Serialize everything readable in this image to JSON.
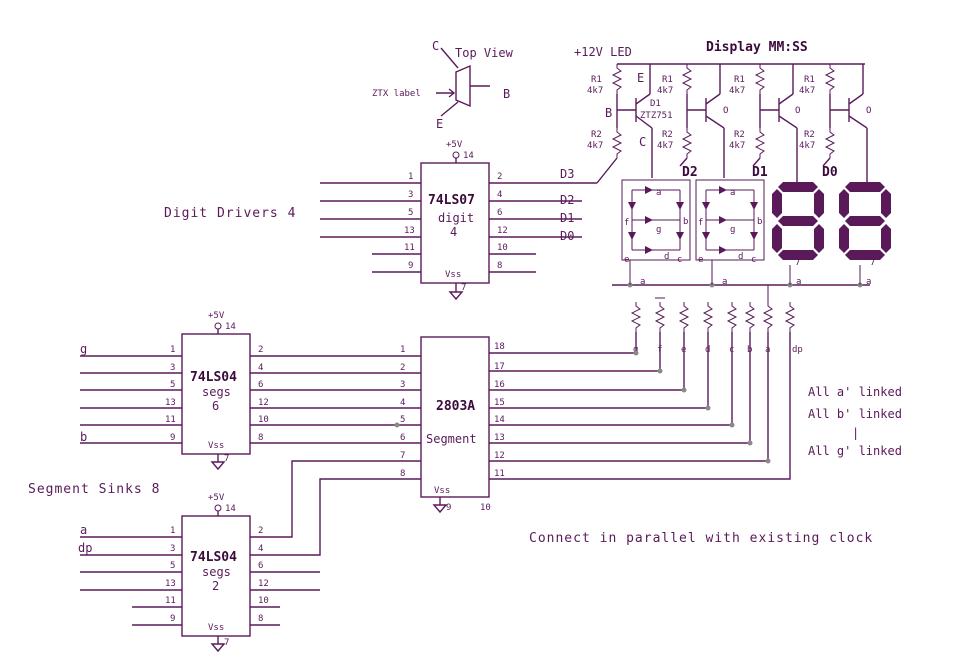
{
  "headings": {
    "display_title": "Display MM:SS",
    "supply_label": "+12V LED",
    "digit_drivers": "Digit Drivers 4",
    "segment_sinks": "Segment Sinks 8",
    "parallel_note": "Connect in parallel with existing clock"
  },
  "transistor_view": {
    "title": "Top View",
    "label_text": "ZTX label",
    "pin_c": "C",
    "pin_b": "B",
    "pin_e": "E"
  },
  "drivers": {
    "r1": "R1",
    "r2": "R2",
    "value": "4k7",
    "d1": "D1",
    "part": "ZTZ751",
    "pin_e": "E",
    "pin_b": "B",
    "pin_c": "C"
  },
  "digit_lines": [
    "D3",
    "D2",
    "D1",
    "D0"
  ],
  "ic_74ls07": {
    "name": "74LS07",
    "sub": "digit",
    "count": "4",
    "vcc": "+5V",
    "vcc_pin": "14",
    "gnd_pin": "7",
    "vss": "Vss",
    "left_pins": [
      "1",
      "3",
      "5",
      "13",
      "11",
      "9"
    ],
    "right_pins": [
      "2",
      "4",
      "6",
      "12",
      "10",
      "8"
    ]
  },
  "ic_74ls04_top": {
    "name": "74LS04",
    "sub": "segs",
    "count": "6",
    "vcc": "+5V",
    "vcc_pin": "14",
    "gnd_pin": "7",
    "vss": "Vss",
    "left_pins": [
      "1",
      "3",
      "5",
      "13",
      "11",
      "9"
    ],
    "right_pins": [
      "2",
      "4",
      "6",
      "12",
      "10",
      "8"
    ],
    "input_g": "g",
    "input_b": "b"
  },
  "ic_74ls04_bottom": {
    "name": "74LS04",
    "sub": "segs",
    "count": "2",
    "vcc": "+5V",
    "vcc_pin": "14",
    "gnd_pin": "7",
    "vss": "Vss",
    "left_pins": [
      "1",
      "3",
      "5",
      "13",
      "11",
      "9"
    ],
    "right_pins": [
      "2",
      "4",
      "6",
      "12",
      "10",
      "8"
    ],
    "input_a": "a",
    "input_dp": "dp"
  },
  "ic_2803a": {
    "name": "2803A",
    "sub": "Segment",
    "vss": "Vss",
    "gnd_pin": "9",
    "com_pin": "10",
    "left_pins": [
      "1",
      "2",
      "3",
      "4",
      "5",
      "6",
      "7",
      "8"
    ],
    "right_pins": [
      "18",
      "17",
      "16",
      "15",
      "14",
      "13",
      "12",
      "11"
    ]
  },
  "segment_resistor_labels": [
    "g",
    "f",
    "e",
    "d",
    "c",
    "b",
    "a",
    "dp"
  ],
  "display_seg_labels": {
    "a": "a",
    "b": "b",
    "c": "c",
    "d": "d",
    "e": "e",
    "f": "f",
    "g": "g",
    "common": "7"
  },
  "bus_labels": [
    "a",
    "a",
    "a",
    "a"
  ],
  "link_notes": [
    "All a' linked",
    "All b' linked",
    "|",
    "All g' linked"
  ],
  "colors": {
    "ink": "#5a1a5a",
    "background": "#ffffff",
    "junction": "#8a8a8a"
  }
}
